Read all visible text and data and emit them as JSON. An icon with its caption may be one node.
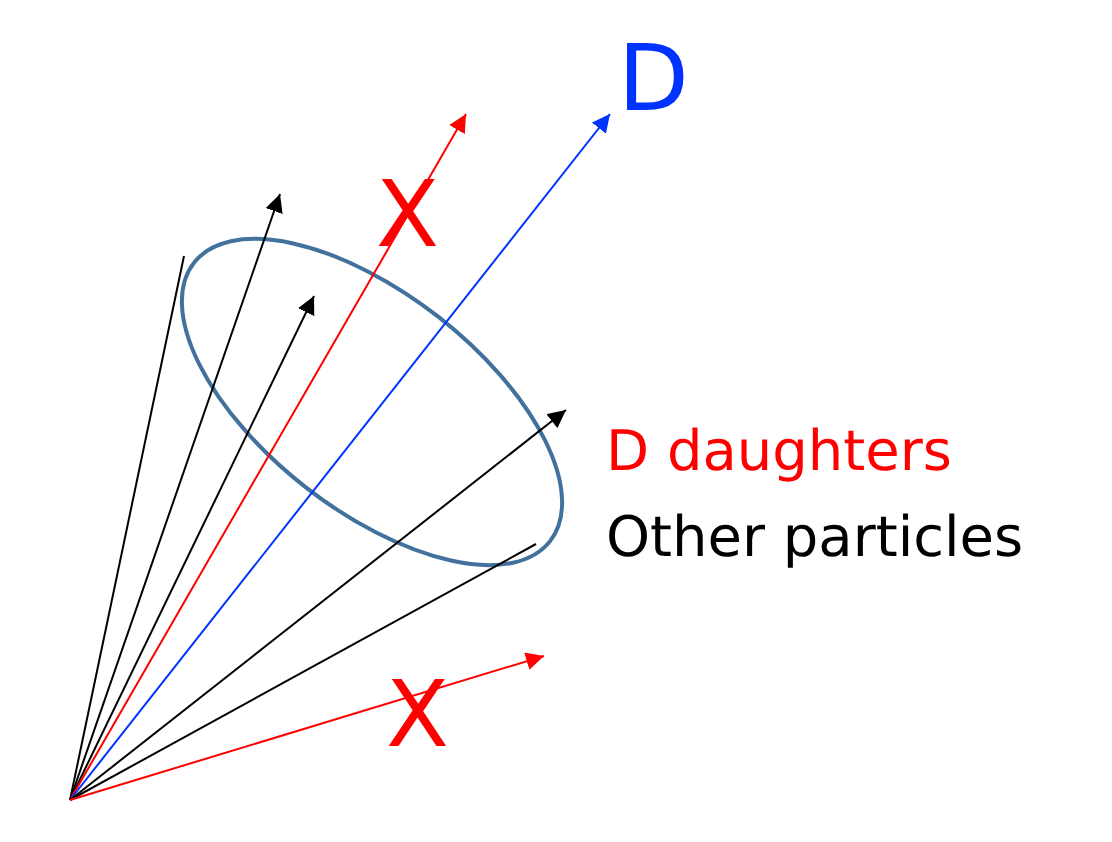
{
  "diagram": {
    "labels": [
      "D",
      "X",
      "D daughters",
      "Other particles",
      "X"
    ]
  }
}
